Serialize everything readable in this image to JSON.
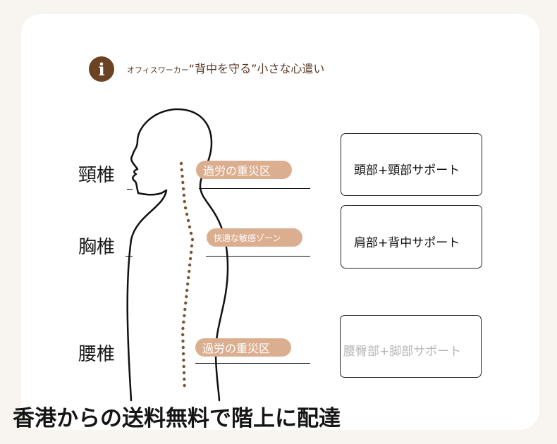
{
  "header": {
    "icon": "info-icon",
    "icon_glyph": "i",
    "prefix": "オフィスワーカー",
    "quote_open": "“",
    "highlight": "背中を守る",
    "quote_close": "”",
    "suffix": "小さな心遣い"
  },
  "spine": {
    "labels": [
      {
        "name": "neck",
        "text": "頸椎"
      },
      {
        "name": "chest",
        "text": "胸椎"
      },
      {
        "name": "waist",
        "text": "腰椎"
      }
    ],
    "zones": [
      {
        "name": "neck",
        "text": "過労の重災区"
      },
      {
        "name": "chest",
        "text": "快適な敏感ゾーン"
      },
      {
        "name": "waist",
        "text": "過労の重災区"
      }
    ]
  },
  "supports": [
    {
      "name": "head-neck",
      "text": "頭部+頸部サポート",
      "faded": false
    },
    {
      "name": "shoulder-back",
      "text": "肩部+背中サポート",
      "faded": false
    },
    {
      "name": "waist-leg",
      "text": "腰臀部+脚部サポート",
      "faded": true
    }
  ],
  "banner": {
    "text": "香港からの送料無料で階上に配達"
  },
  "colors": {
    "accent_brown": "#6b4323",
    "pill": "#dcae90",
    "spine_dot": "#7a5232"
  }
}
